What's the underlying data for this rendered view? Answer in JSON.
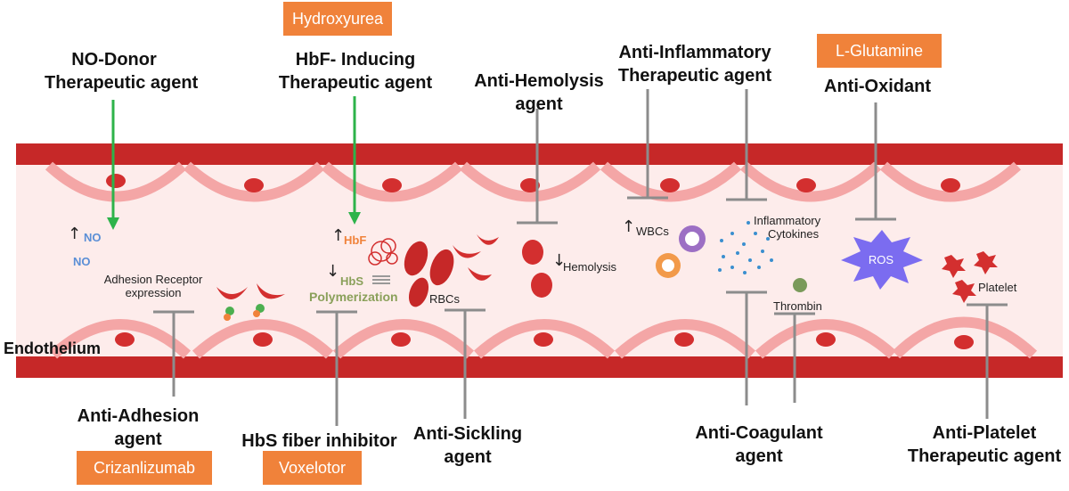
{
  "labels": {
    "no_donor": [
      "NO-Donor",
      "Therapeutic agent"
    ],
    "hbf_inducing": [
      "HbF- Inducing",
      "Therapeutic agent"
    ],
    "anti_hemolysis": [
      "Anti-Hemolysis",
      "agent"
    ],
    "anti_inflammatory": [
      "Anti-Inflammatory",
      "Therapeutic agent"
    ],
    "anti_oxidant": [
      "Anti-Oxidant"
    ],
    "anti_adhesion": [
      "Anti-Adhesion",
      "agent"
    ],
    "hbs_fiber_inhibitor": [
      "HbS fiber inhibitor"
    ],
    "anti_sickling": [
      "Anti-Sickling",
      "agent"
    ],
    "anti_coagulant": [
      "Anti-Coagulant",
      "agent"
    ],
    "anti_platelet": [
      "Anti-Platelet",
      "Therapeutic agent"
    ],
    "endothelium": "Endothelium"
  },
  "drugs": {
    "hydroxyurea": "Hydroxyurea",
    "l_glutamine": "L-Glutamine",
    "crizanlizumab": "Crizanlizumab",
    "voxelotor": "Voxelotor"
  },
  "annotations": {
    "no_top": "NO",
    "no_bottom": "NO",
    "hbf": "HbF",
    "hbs": "HbS",
    "polymerization": "Polymerization",
    "adhesion_receptor": [
      "Adhesion Receptor",
      "expression"
    ],
    "rbcs": "RBCs",
    "hemolysis": "Hemolysis",
    "wbcs": "WBCs",
    "inflammatory_cytokines": [
      "Inflammatory",
      "Cytokines"
    ],
    "thrombin": "Thrombin",
    "ros": "ROS",
    "platelet": "Platelet"
  },
  "colors": {
    "vessel_wall": "#c62828",
    "lumen": "#fdeceb",
    "endothelial_cell": "#f4a6a6",
    "nucleus": "#d32f2f",
    "arrow_green": "#2db34a",
    "inhibitor_gray": "#8c8c8c",
    "drug_box": "#f0823a",
    "no_text": "#5b8fd6",
    "hbf_text": "#f0823a",
    "hbs_text": "#8aa05a",
    "ros_fill": "#7b6cf0",
    "wbc_purple": "#9c6fc4",
    "wbc_orange": "#f29a4a",
    "cytokine_dot": "#3a8fcf"
  }
}
